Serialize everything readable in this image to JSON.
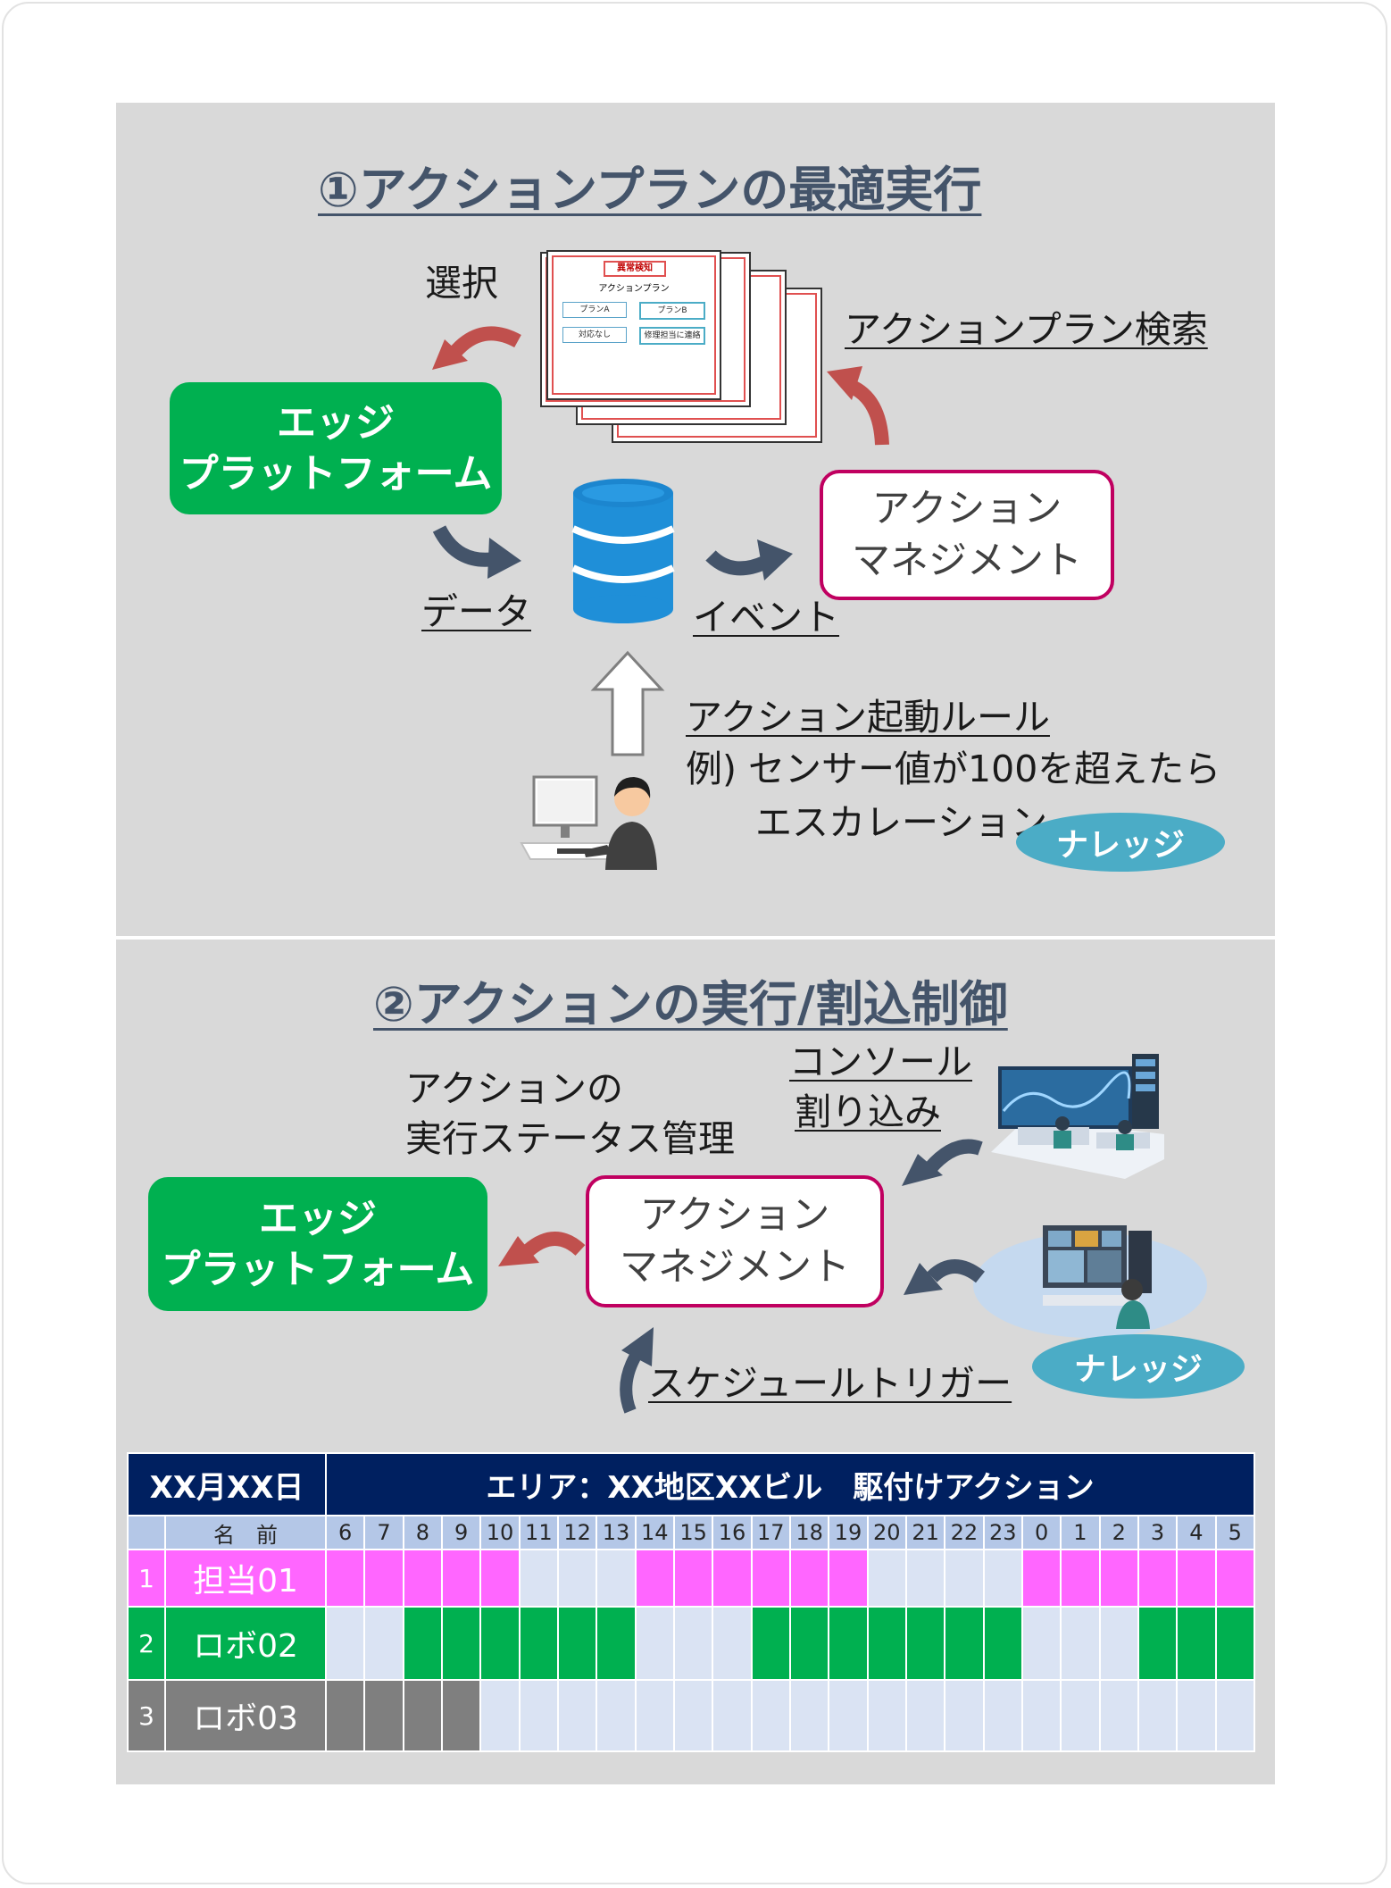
{
  "section1": {
    "title": "①アクションプランの最適実行",
    "select_label": "選択",
    "search_label": "アクションプラン検索",
    "edge_box": [
      "エッジ",
      "プラットフォーム"
    ],
    "mgmt_box": [
      "アクション",
      "マネジメント"
    ],
    "data_label": "データ",
    "event_label": "イベント",
    "rule_title": "アクション起動ルール",
    "rule_example": "例) センサー値が100を超えたら",
    "rule_example2": "エスカレーション",
    "knowledge": "ナレッジ",
    "plan_card": {
      "badge": "異常検知",
      "heading": "アクションプラン",
      "buttons": [
        "プランA",
        "プランB",
        "対応なし",
        "修理担当に連絡"
      ]
    }
  },
  "section2": {
    "title": "②アクションの実行/割込制御",
    "status_label": [
      "アクションの",
      "実行ステータス管理"
    ],
    "console_label": [
      "コンソール",
      "割り込み"
    ],
    "edge_box": [
      "エッジ",
      "プラットフォーム"
    ],
    "mgmt_box": [
      "アクション",
      "マネジメント"
    ],
    "schedule_label": "スケジュールトリガー",
    "knowledge": "ナレッジ"
  },
  "schedule": {
    "date": "XX月XX日",
    "area": "エリア：XX地区XXビル　駆付けアクション",
    "name_header": "名　前",
    "hours": [
      "6",
      "7",
      "8",
      "9",
      "10",
      "11",
      "12",
      "13",
      "14",
      "15",
      "16",
      "17",
      "18",
      "19",
      "20",
      "21",
      "22",
      "23",
      "0",
      "1",
      "2",
      "3",
      "4",
      "5"
    ],
    "rows": [
      {
        "num": "1",
        "name": "担当01",
        "color": "#ff66ff",
        "active": [
          1,
          1,
          1,
          1,
          1,
          0,
          0,
          0,
          1,
          1,
          1,
          1,
          1,
          1,
          0,
          0,
          0,
          0,
          1,
          1,
          1,
          1,
          1,
          1
        ]
      },
      {
        "num": "2",
        "name": "ロボ02",
        "color": "#00b050",
        "active": [
          0,
          0,
          1,
          1,
          1,
          1,
          1,
          1,
          0,
          0,
          0,
          1,
          1,
          1,
          1,
          1,
          1,
          1,
          0,
          0,
          0,
          1,
          1,
          1
        ]
      },
      {
        "num": "3",
        "name": "ロボ03",
        "color": "#7f7f7f",
        "active": [
          1,
          1,
          1,
          1,
          0,
          0,
          0,
          0,
          0,
          0,
          0,
          0,
          0,
          0,
          0,
          0,
          0,
          0,
          0,
          0,
          0,
          0,
          0,
          0
        ]
      }
    ]
  },
  "colors": {
    "panel": "#d9d9d9",
    "edge_green": "#00b050",
    "mgmt_border": "#c00060",
    "arrow_red": "#c0504d",
    "arrow_navy": "#44546a",
    "knowledge_blue": "#4bacc6"
  }
}
